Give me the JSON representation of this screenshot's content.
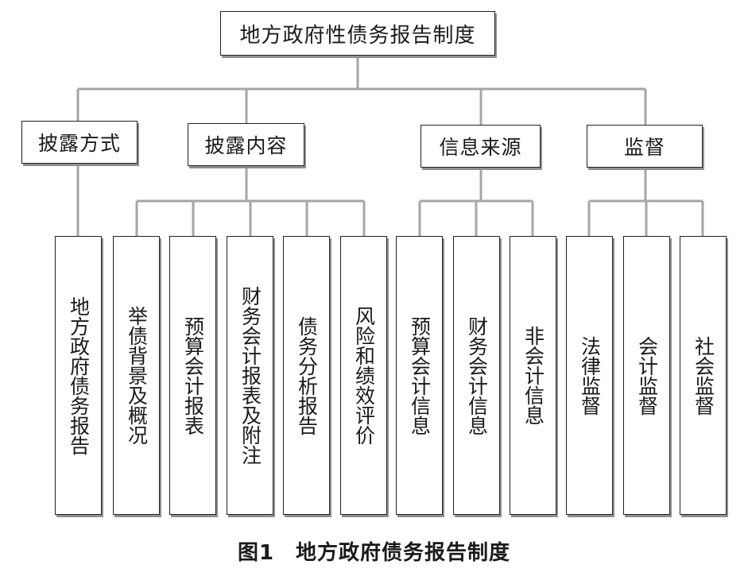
{
  "diagram": {
    "root": {
      "label": "地方政府性债务报告制度"
    },
    "categories": [
      {
        "label": "披露方式",
        "children": [
          {
            "label": "地方政府债务报告"
          }
        ]
      },
      {
        "label": "披露内容",
        "children": [
          {
            "label": "举债背景及概况"
          },
          {
            "label": "预算会计报表"
          },
          {
            "label": "财务会计报表及附注"
          },
          {
            "label": "债务分析报告"
          },
          {
            "label": "风险和绩效评价"
          }
        ]
      },
      {
        "label": "信息来源",
        "children": [
          {
            "label": "预算会计信息"
          },
          {
            "label": "财务会计信息"
          },
          {
            "label": "非会计信息"
          }
        ]
      },
      {
        "label": "监督",
        "children": [
          {
            "label": "法律监督"
          },
          {
            "label": "会计监督"
          },
          {
            "label": "社会监督"
          }
        ]
      }
    ]
  },
  "caption": "图1　地方政府债务报告制度",
  "colors": {
    "box_border": "#222222",
    "box_shadow": "#8f8f8f",
    "connector": "#a6a6a6"
  }
}
